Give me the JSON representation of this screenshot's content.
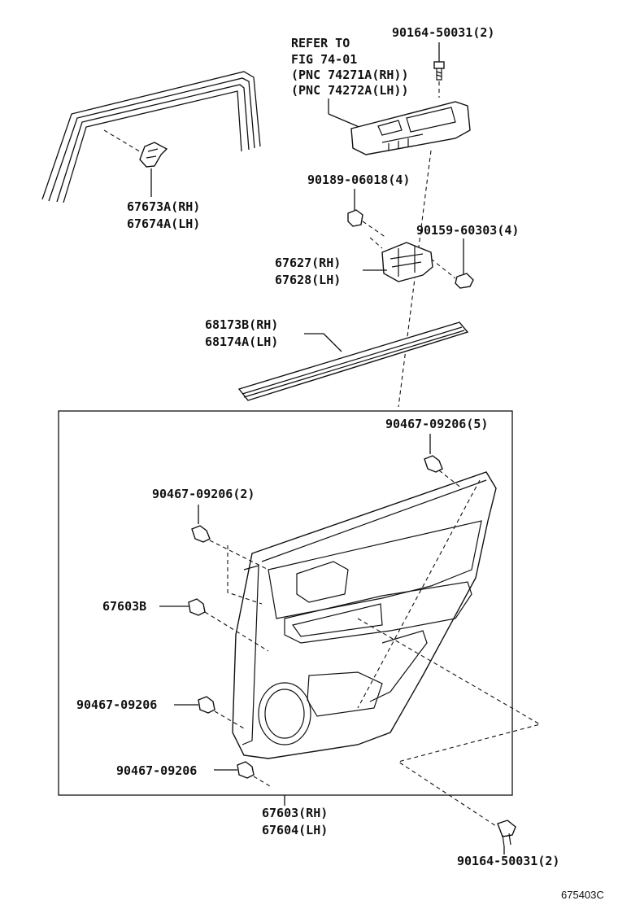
{
  "diagram": {
    "figure_code": "675403C",
    "callouts": {
      "refer_to": [
        "REFER TO",
        "FIG 74-01",
        "(PNC 74271A(RH))",
        "(PNC 74272A(LH))"
      ],
      "screw_top": "90164-50031(2)",
      "clip_window": [
        "67673A(RH)",
        "67674A(LH)"
      ],
      "nut": "90189-06018(4)",
      "bolt": "90159-60303(4)",
      "bracket": [
        "67627(RH)",
        "67628(LH)"
      ],
      "weatherstrip": [
        "68173B(RH)",
        "68174A(LH)"
      ],
      "clip_5": "90467-09206(5)",
      "clip_2": "90467-09206(2)",
      "clip_b": "67603B",
      "clip_mid": "90467-09206",
      "clip_low": "90467-09206",
      "panel": [
        "67603(RH)",
        "67604(LH)"
      ],
      "screw_bottom": "90164-50031(2)"
    }
  }
}
